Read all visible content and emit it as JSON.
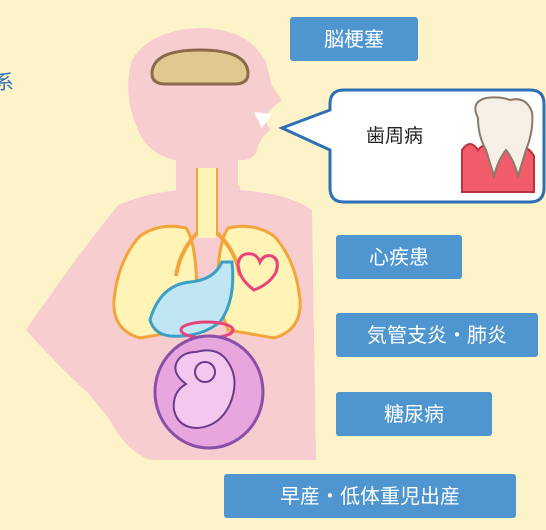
{
  "edge_text": "系",
  "bubble": {
    "label": "歯周病"
  },
  "labels": {
    "stroke": "脳梗塞",
    "heart": "心疾患",
    "respiratory": "気管支炎・肺炎",
    "diabetes": "糖尿病",
    "preterm": "早産・低体重児出産"
  },
  "colors": {
    "background": "#fdf3c8",
    "label_fill": "#4f96d1",
    "body_silhouette": "#f8cdd0",
    "lungs_outline": "#f3a53b",
    "lungs_fill": "#fff3b5",
    "heart": "#e8437d",
    "womb": "#b07bd0"
  }
}
